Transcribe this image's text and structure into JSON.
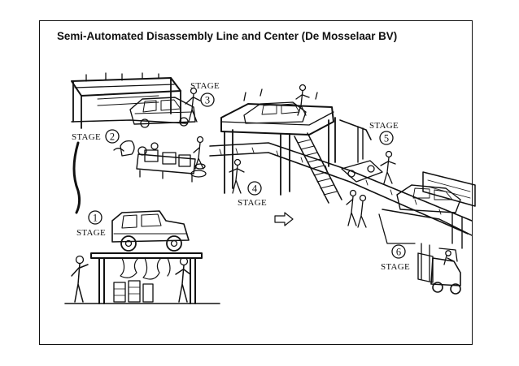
{
  "title": "Semi-Automated Disassembly Line and Center (De Mosselaar BV)",
  "stages": [
    {
      "number": "1",
      "label": "STAGE"
    },
    {
      "number": "2",
      "label": "STAGE"
    },
    {
      "number": "3",
      "label": "STAGE"
    },
    {
      "number": "4",
      "label": "STAGE"
    },
    {
      "number": "5",
      "label": "STAGE"
    },
    {
      "number": "6",
      "label": "STAGE"
    }
  ],
  "colors": {
    "ink": "#111111",
    "paper": "#ffffff"
  }
}
